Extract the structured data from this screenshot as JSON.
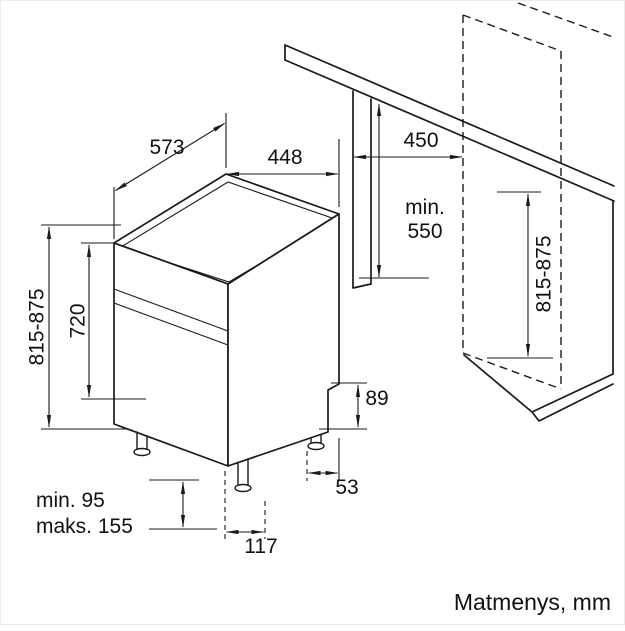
{
  "diagram": {
    "caption": "Matmenys, mm",
    "colors": {
      "line": "#1a1a1a",
      "background": "#ffffff"
    },
    "labels": {
      "top_depth": "573",
      "top_width": "448",
      "niche_width": "450",
      "niche_depth_line1": "min.",
      "niche_depth_line2": "550",
      "total_height_left": "815-875",
      "door_height": "720",
      "niche_height_right": "815-875",
      "rear_step": "89",
      "rear_foot_offset": "53",
      "plinth_depth": "117",
      "feet_min": "min. 95",
      "feet_max": "maks. 155"
    }
  }
}
